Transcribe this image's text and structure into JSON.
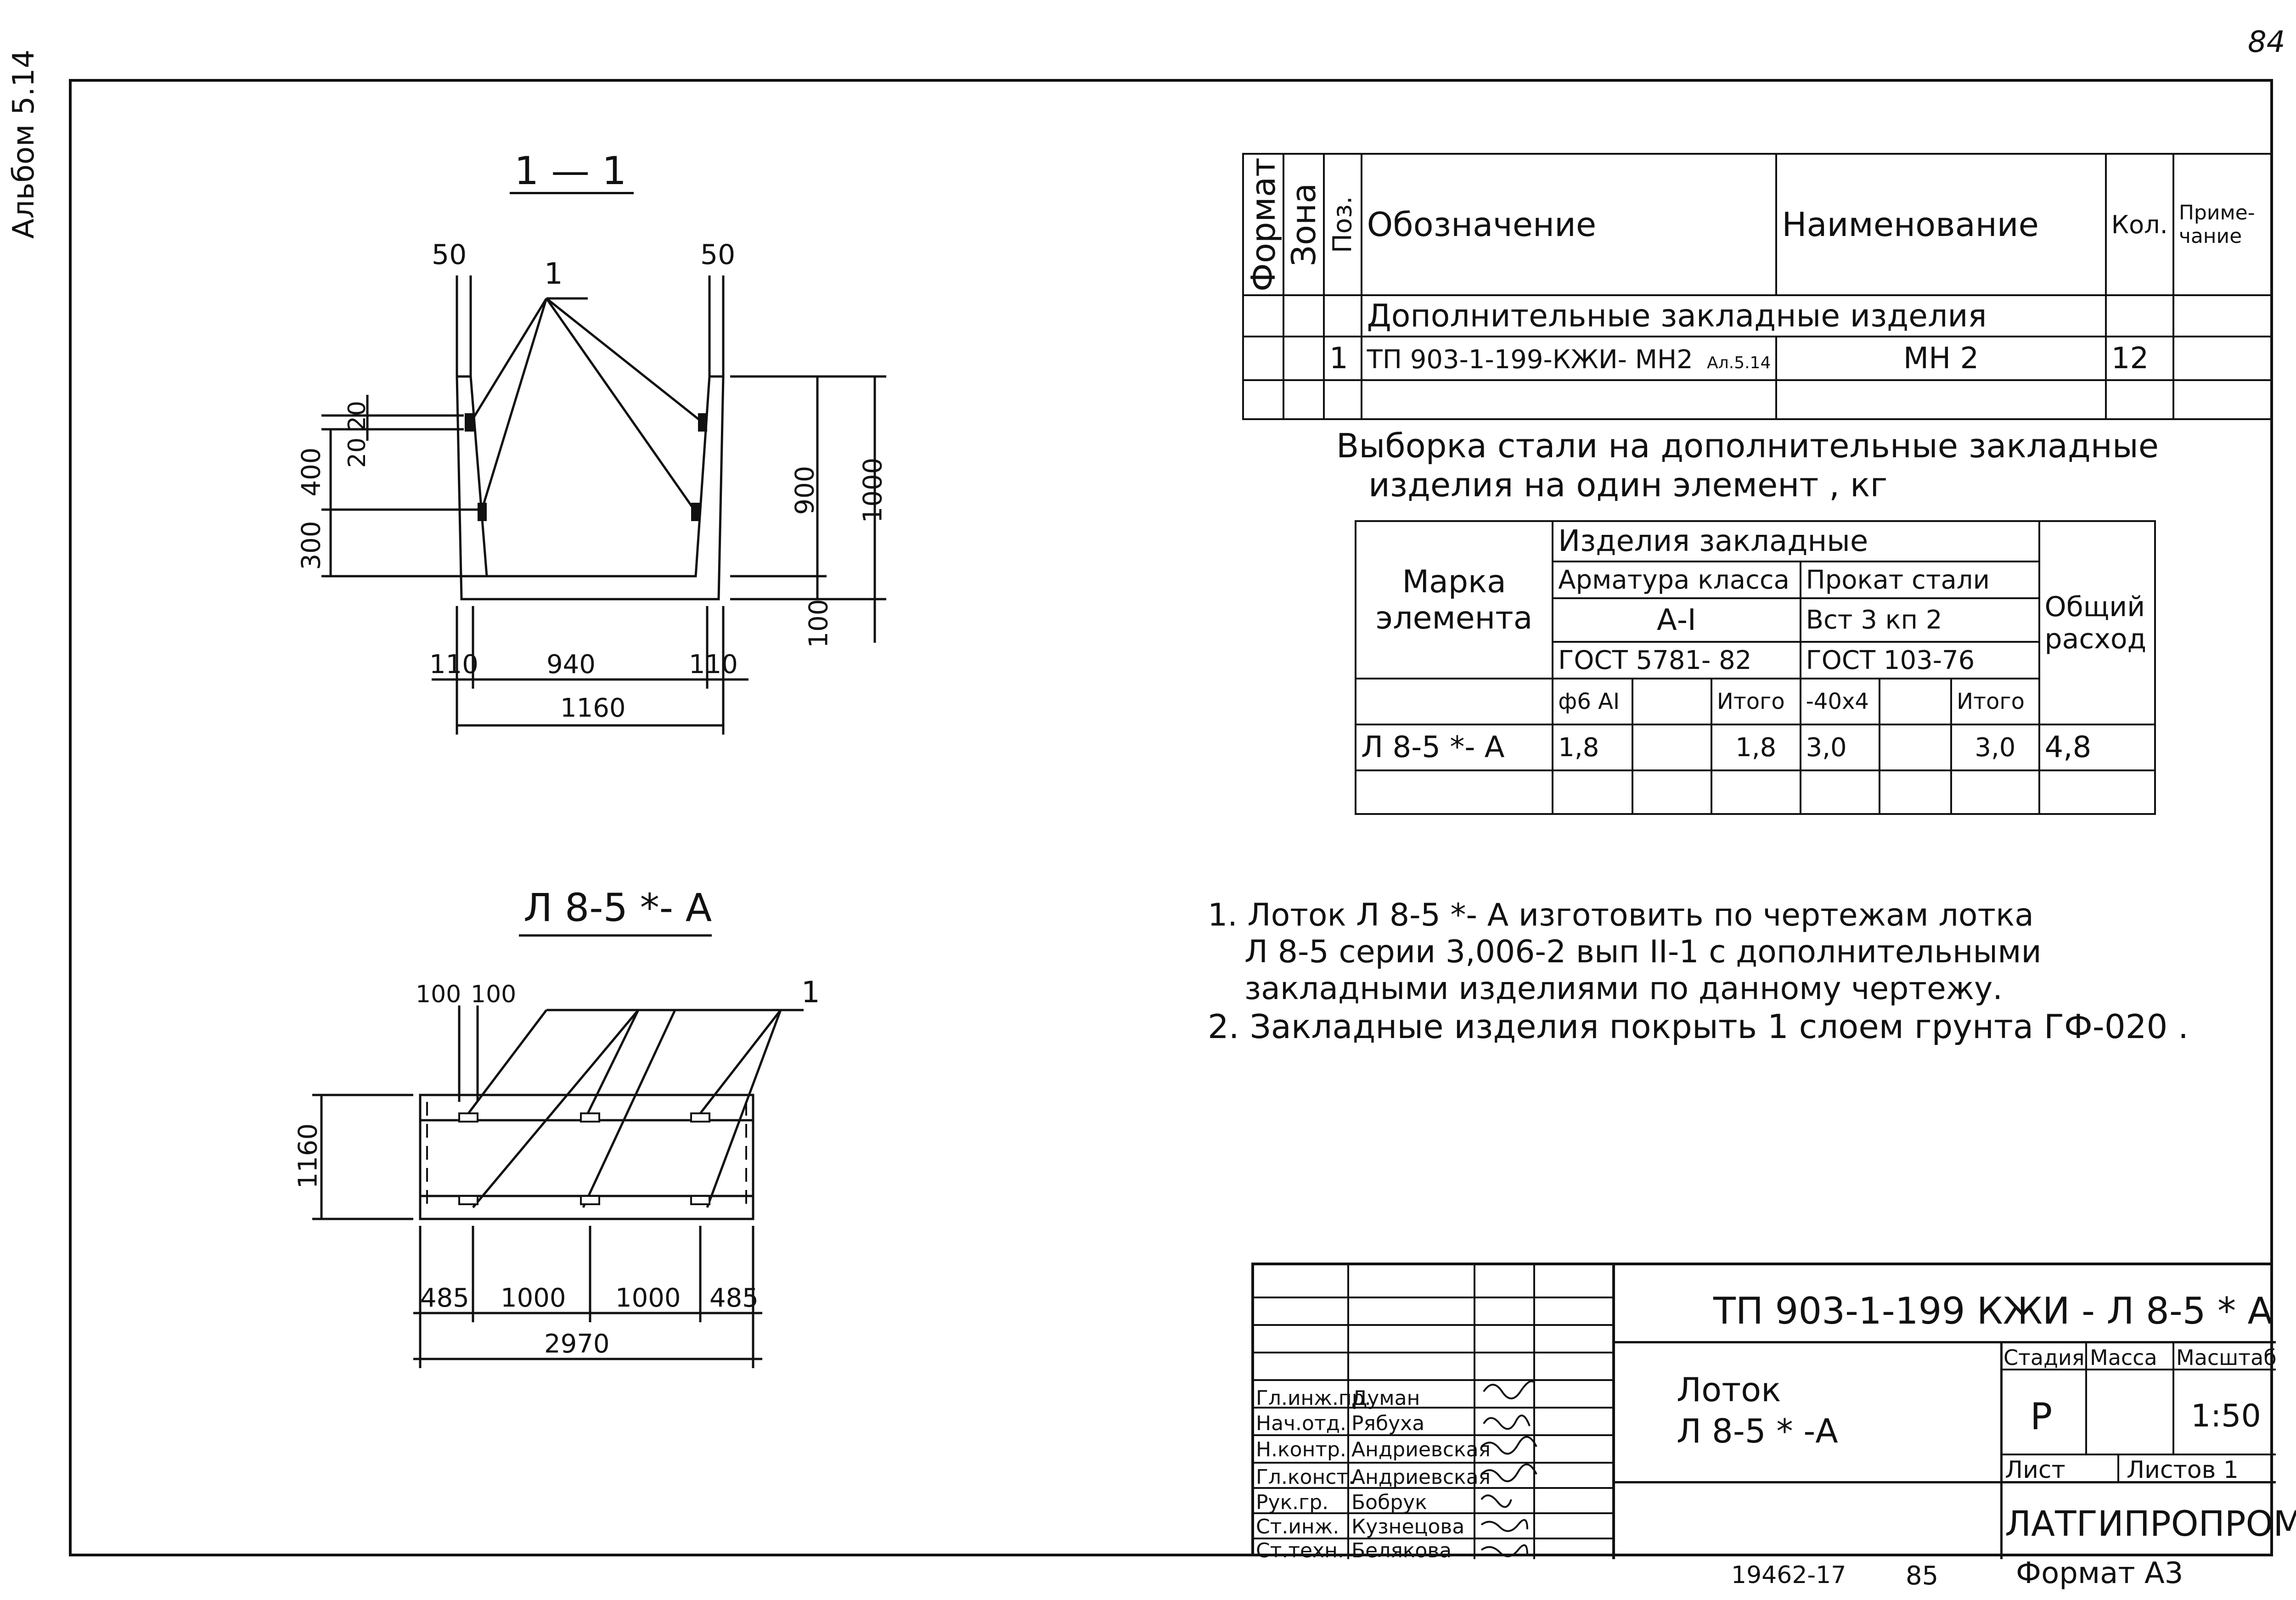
{
  "page": {
    "number": "84",
    "album": "Альбом 5.14"
  },
  "section_view": {
    "title": "1 — 1",
    "leader_label": "1",
    "dims": {
      "top_left": "50",
      "top_right": "50",
      "d20a": "20",
      "d20b": "20",
      "d400": "400",
      "d300": "300",
      "d900": "900",
      "d1000": "1000",
      "d100": "100",
      "b110a": "110",
      "b940": "940",
      "b110b": "110",
      "b1160": "1160"
    }
  },
  "plan_view": {
    "title": "Л 8-5 *- А",
    "leader_label": "1",
    "dims": {
      "t100a": "100",
      "t100b": "100",
      "side": "1160",
      "b485a": "485",
      "b1000a": "1000",
      "b1000b": "1000",
      "b485b": "485",
      "b2970": "2970"
    }
  },
  "spec_table": {
    "headers": {
      "format": "Формат",
      "zone": "Зона",
      "pos": "Поз.",
      "designation": "Обозначение",
      "name": "Наименование",
      "qty": "Кол.",
      "note": "Приме-чание"
    },
    "section_row": "Дополнительные закладные изделия",
    "rows": [
      {
        "pos": "1",
        "designation": "ТП 903-1-199-КЖИ- МН2",
        "designation_sub": "Ал.5.14",
        "name": "МН 2",
        "qty": "12",
        "note": ""
      }
    ]
  },
  "steel_table": {
    "caption_line1": "Выборка стали на дополнительные закладные",
    "caption_line2": "изделия на один элемент , кг",
    "headers": {
      "mark": "Марка элемента",
      "group": "Изделия закладные",
      "rebar_class": "Арматура класса",
      "rolled": "Прокат стали",
      "total": "Общий расход",
      "rebar_grade": "А-I",
      "rolled_grade": "Вст 3 кп 2",
      "rebar_gost": "ГОСТ 5781- 82",
      "rolled_gost": "ГОСТ 103-76",
      "c1": "ф6 АI",
      "c2": "",
      "c3": "Итого",
      "c4": "-40х4",
      "c5": "",
      "c6": "Итого"
    },
    "rows": [
      {
        "mark": "Л 8-5 *- А",
        "c1": "1,8",
        "c2": "",
        "c3": "1,8",
        "c4": "3,0",
        "c5": "",
        "c6": "3,0",
        "total": "4,8"
      }
    ]
  },
  "notes": [
    "1. Лоток Л 8-5 *- А изготовить по чертежам лотка",
    "Л 8-5 серии 3,006-2 вып II-1 с дополнительными",
    "закладными изделиями по данному чертежу.",
    "2. Закладные изделия покрыть 1 слоем грунта ГФ-020 ."
  ],
  "title_block": {
    "code": "ТП 903-1-199 КЖИ - Л 8-5 * А",
    "item_line1": "Лоток",
    "item_line2": "Л 8-5 * -А",
    "stage_label": "Стадия",
    "mass_label": "Масса",
    "scale_label": "Масштаб",
    "stage": "Р",
    "mass": "",
    "scale": "1:50",
    "sheet_label": "Лист",
    "sheets_label": "Листов 1",
    "org": "ЛАТГИПРОПРОМ",
    "format": "Формат А3",
    "roles": [
      {
        "role": "Гл.инж.пр.",
        "name": "Думан"
      },
      {
        "role": "Нач.отд.",
        "name": "Рябуха"
      },
      {
        "role": "Н.контр.",
        "name": "Андриевская"
      },
      {
        "role": "Гл.конст.",
        "name": "Андриевская"
      },
      {
        "role": "Рук.гр.",
        "name": "Бобрук"
      },
      {
        "role": "Ст.инж.",
        "name": "Кузнецова"
      },
      {
        "role": "Ст.техн.",
        "name": "Белякова"
      }
    ],
    "inventory": "19462-17",
    "page_below": "85"
  }
}
